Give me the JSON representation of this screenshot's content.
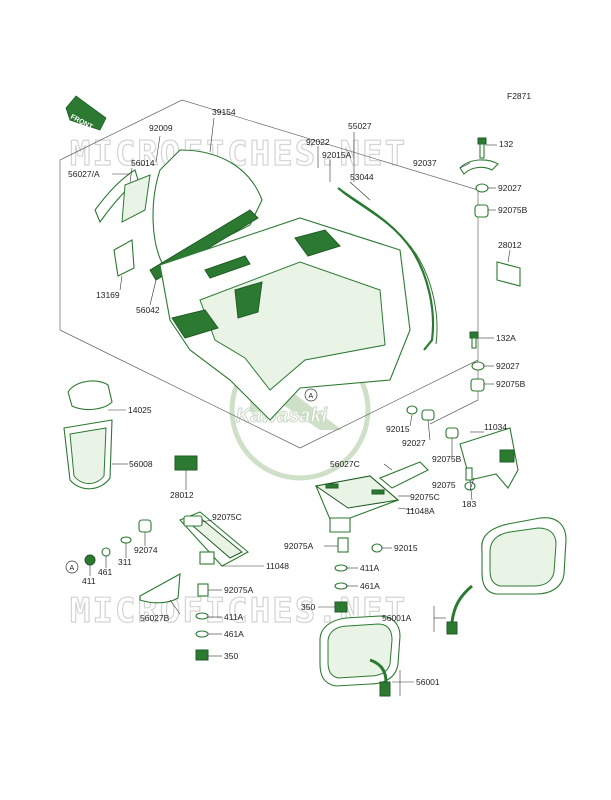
{
  "figure_code": "F2871",
  "front_label": "FRONT",
  "watermark": "MICROFICHES.NET",
  "logo": {
    "text": "Kawasaki",
    "color": "#cfe0c8"
  },
  "colors": {
    "part": "#2c7a32",
    "text": "#222222"
  },
  "parts": [
    {
      "num": "39154"
    },
    {
      "num": "92009"
    },
    {
      "num": "92022"
    },
    {
      "num": "92015A"
    },
    {
      "num": "55027"
    },
    {
      "num": "132"
    },
    {
      "num": "92037"
    },
    {
      "num": "92027"
    },
    {
      "num": "92075B"
    },
    {
      "num": "56027/A"
    },
    {
      "num": "56014"
    },
    {
      "num": "53044"
    },
    {
      "num": "28012"
    },
    {
      "num": "13169"
    },
    {
      "num": "56042"
    },
    {
      "num": "132A"
    },
    {
      "num": "92027"
    },
    {
      "num": "92075B"
    },
    {
      "num": "14025"
    },
    {
      "num": "92015"
    },
    {
      "num": "92027"
    },
    {
      "num": "11034"
    },
    {
      "num": "92075B"
    },
    {
      "num": "56008"
    },
    {
      "num": "56027C"
    },
    {
      "num": "92075"
    },
    {
      "num": "28012"
    },
    {
      "num": "92075C"
    },
    {
      "num": "183"
    },
    {
      "num": "11048A"
    },
    {
      "num": "92075C"
    },
    {
      "num": "92074"
    },
    {
      "num": "311"
    },
    {
      "num": "461"
    },
    {
      "num": "411"
    },
    {
      "num": "92075A"
    },
    {
      "num": "92015"
    },
    {
      "num": "11048"
    },
    {
      "num": "411A"
    },
    {
      "num": "461A"
    },
    {
      "num": "92075A"
    },
    {
      "num": "56027B"
    },
    {
      "num": "411A"
    },
    {
      "num": "350"
    },
    {
      "num": "56001A"
    },
    {
      "num": "461A"
    },
    {
      "num": "350"
    },
    {
      "num": "56001"
    }
  ],
  "refs": [
    {
      "letter": "A"
    },
    {
      "letter": "A"
    }
  ]
}
